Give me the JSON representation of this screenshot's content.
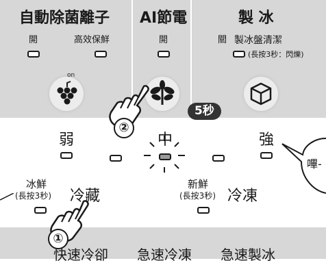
{
  "top_sections": {
    "sterilization": {
      "title": "自動除菌離子",
      "option_on": "開",
      "option_freshness": "高效保鮮"
    },
    "ai_saving": {
      "title": "AI節電",
      "option_on": "開"
    },
    "ice": {
      "title": "製 冰",
      "option_off": "關",
      "option_clean": "製冰盤清潔",
      "option_clean_note": "(長按3秒：閃爍)"
    }
  },
  "grape_icon_label": "on",
  "badge_5sec": "5秒",
  "level": {
    "weak": "弱",
    "medium": "中",
    "strong": "強",
    "selected": "中"
  },
  "beep_bubble": "嗶-",
  "fridge": {
    "ice_fresh": "冰鮮",
    "ice_fresh_note": "(長按3秒)",
    "label": "冷藏"
  },
  "freezer": {
    "new_fresh": "新鮮",
    "new_fresh_note": "(長按3秒)",
    "label": "冷凍"
  },
  "bottom_row": {
    "fast_cool": "快速冷卻",
    "quick_freeze": "急速冷凍",
    "quick_ice": "急速製冰"
  },
  "step_markers": {
    "one": "①",
    "two": "②"
  },
  "colors": {
    "panel_gray": "#d7d7d7",
    "indicator_lit": "#9a9a9a",
    "badge_dark": "#333333"
  }
}
